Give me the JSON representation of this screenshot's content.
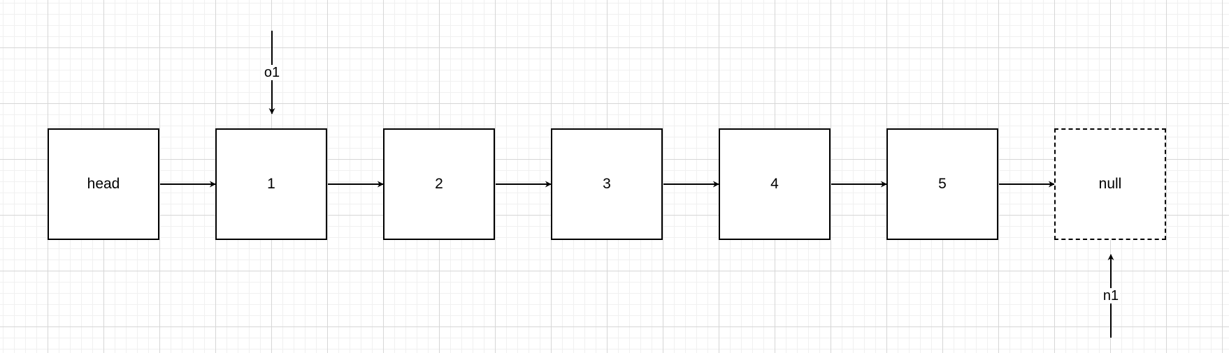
{
  "diagram": {
    "nodes": [
      {
        "id": "head",
        "label": "head",
        "style": "solid"
      },
      {
        "id": "n1",
        "label": "1",
        "style": "solid"
      },
      {
        "id": "n2",
        "label": "2",
        "style": "solid"
      },
      {
        "id": "n3",
        "label": "3",
        "style": "solid"
      },
      {
        "id": "n4",
        "label": "4",
        "style": "solid"
      },
      {
        "id": "n5",
        "label": "5",
        "style": "solid"
      },
      {
        "id": "null",
        "label": "null",
        "style": "dashed"
      }
    ],
    "pointers": {
      "o1": {
        "label": "o1",
        "target": "n1"
      },
      "n1": {
        "label": "n1",
        "target": "null"
      }
    },
    "edges": [
      [
        "head",
        "n1"
      ],
      [
        "n1",
        "n2"
      ],
      [
        "n2",
        "n3"
      ],
      [
        "n3",
        "n4"
      ],
      [
        "n4",
        "n5"
      ],
      [
        "n5",
        "null"
      ]
    ],
    "colors": {
      "stroke": "#000000",
      "grid_major": "#d6d6d6",
      "grid_minor": "#f0f0f0",
      "background": "#ffffff"
    }
  }
}
